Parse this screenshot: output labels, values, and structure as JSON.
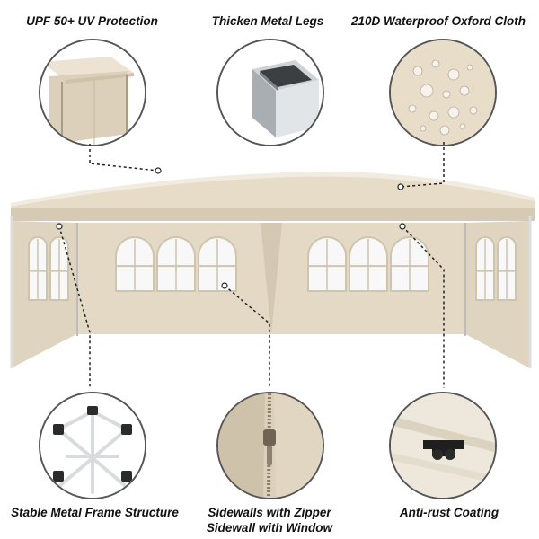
{
  "features": {
    "uv": {
      "label": "UPF 50+ UV Protection"
    },
    "legs": {
      "label": "Thicken Metal Legs"
    },
    "cloth": {
      "label": "210D Waterproof Oxford Cloth"
    },
    "frame": {
      "label": "Stable Metal Frame Structure"
    },
    "zipper": {
      "label": "Sidewalls with Zipper"
    },
    "window": {
      "label": "Sidewall with Window"
    },
    "rust": {
      "label": "Anti-rust Coating"
    }
  },
  "colors": {
    "canopy": "#e9dfcd",
    "canopy_shade": "#d9cdb8",
    "frame": "#e9e9e9",
    "leader": "#222222"
  }
}
